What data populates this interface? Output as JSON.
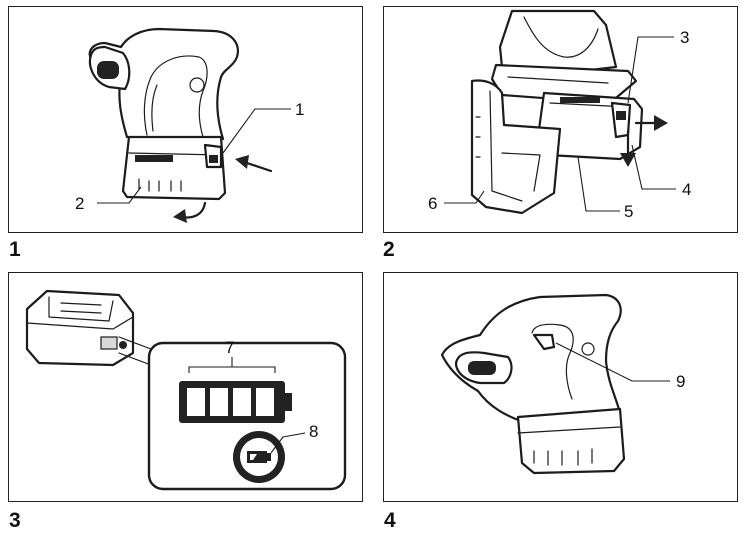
{
  "figures": [
    {
      "number": "1",
      "callouts": [
        "1",
        "2"
      ]
    },
    {
      "number": "2",
      "callouts": [
        "3",
        "4",
        "5",
        "6"
      ]
    },
    {
      "number": "3",
      "callouts": [
        "7",
        "8"
      ]
    },
    {
      "number": "4",
      "callouts": [
        "9"
      ]
    }
  ],
  "icons": {
    "arrow": "arrow-icon",
    "battery_indicator": "battery-indicator-icon",
    "low_battery": "low-battery-icon"
  }
}
